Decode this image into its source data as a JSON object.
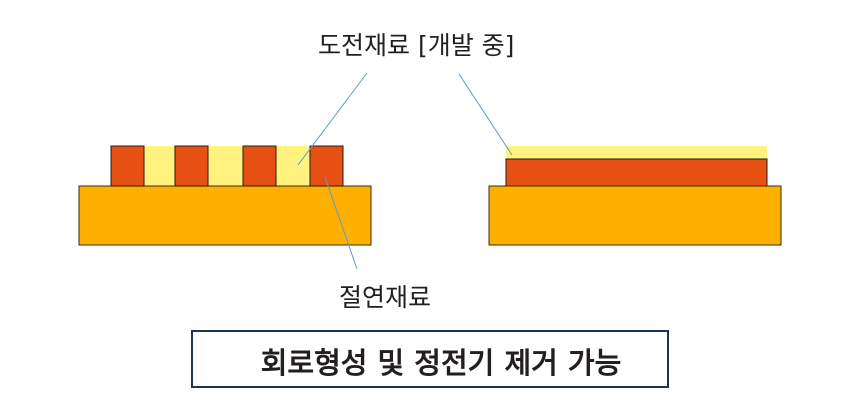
{
  "labels": {
    "conductive_material": "도전재료 [개발 중]",
    "insulating_material": "절연재료"
  },
  "caption": "회로형성 및 정전기 제거 가능",
  "colors": {
    "substrate": "#fdb000",
    "conductor": "#e65013",
    "insulator": "#fff27f",
    "leader_line": "#5b9bd5",
    "box_border": "#1f3556"
  }
}
